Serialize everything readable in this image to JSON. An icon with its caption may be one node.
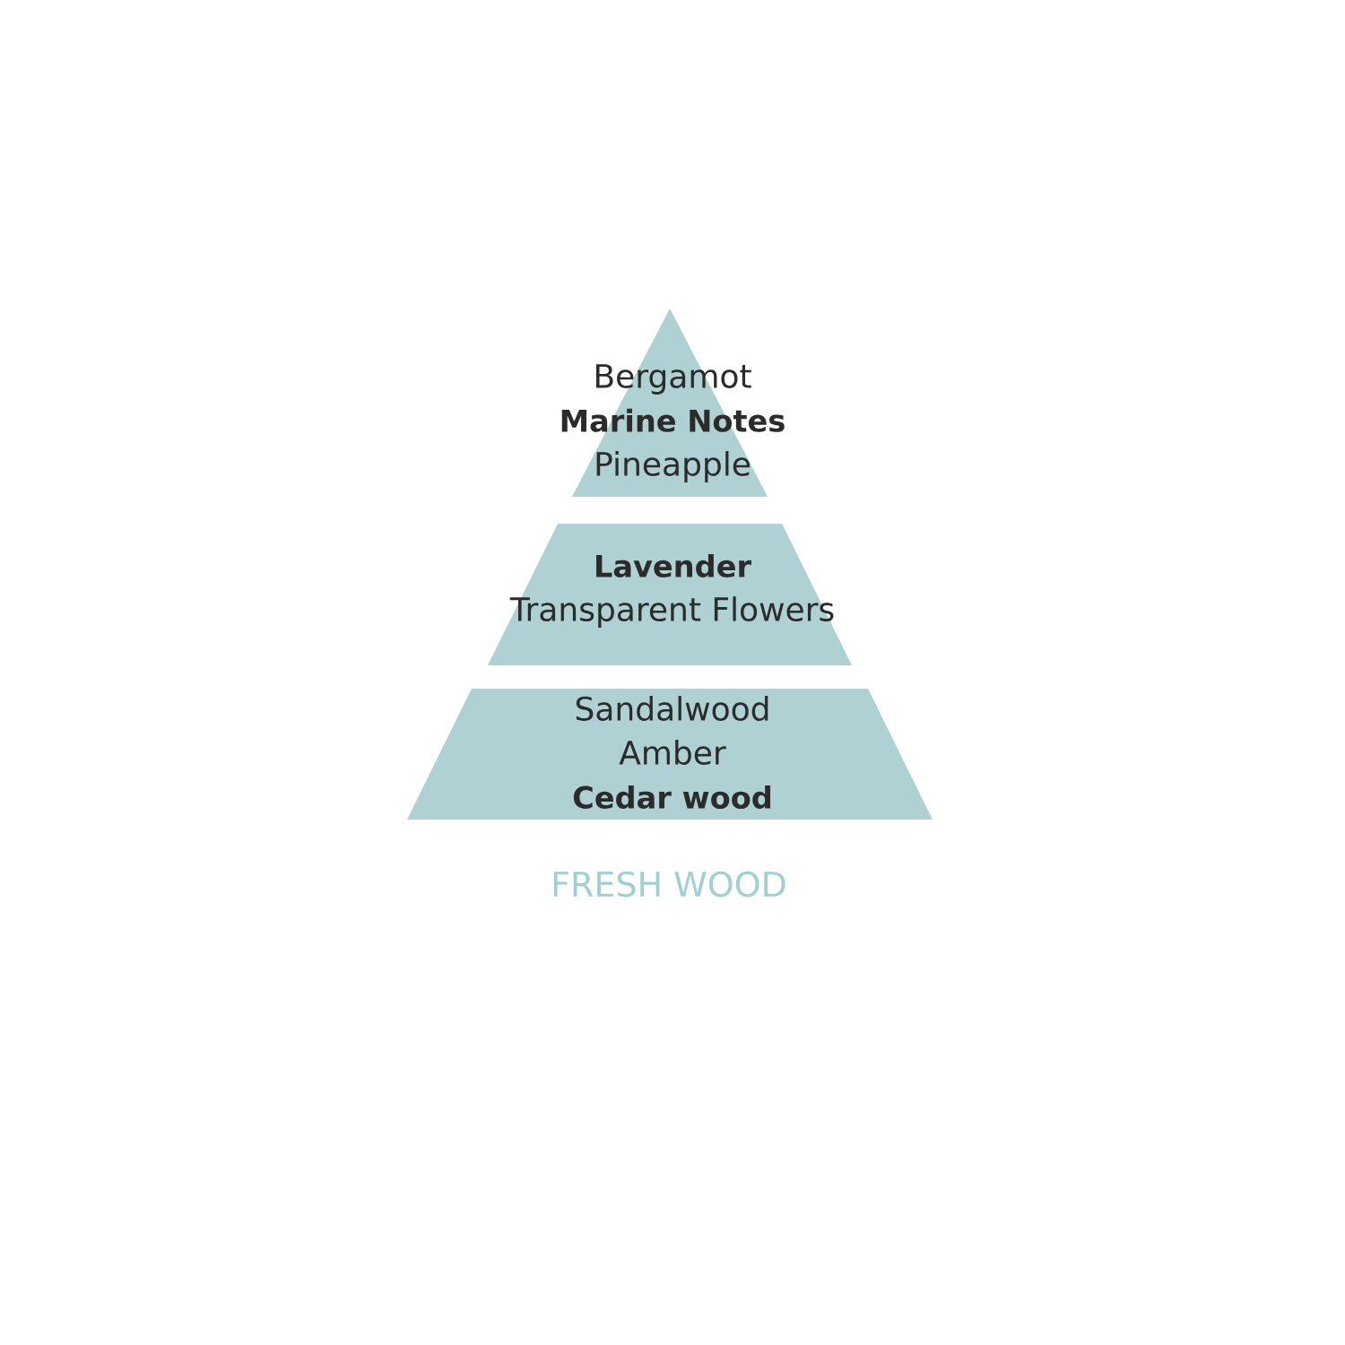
{
  "diagram": {
    "caption": "FRESH WOOD",
    "nodes": [
      {
        "text": [
          "Bergamot",
          "Marine Notes",
          "Pineapple"
        ]
      },
      {
        "text": [
          "Lavender",
          "Transparent Flowers"
        ]
      },
      {
        "text": [
          "Sandalwood",
          "Amber",
          "Cedar wood"
        ]
      }
    ]
  }
}
